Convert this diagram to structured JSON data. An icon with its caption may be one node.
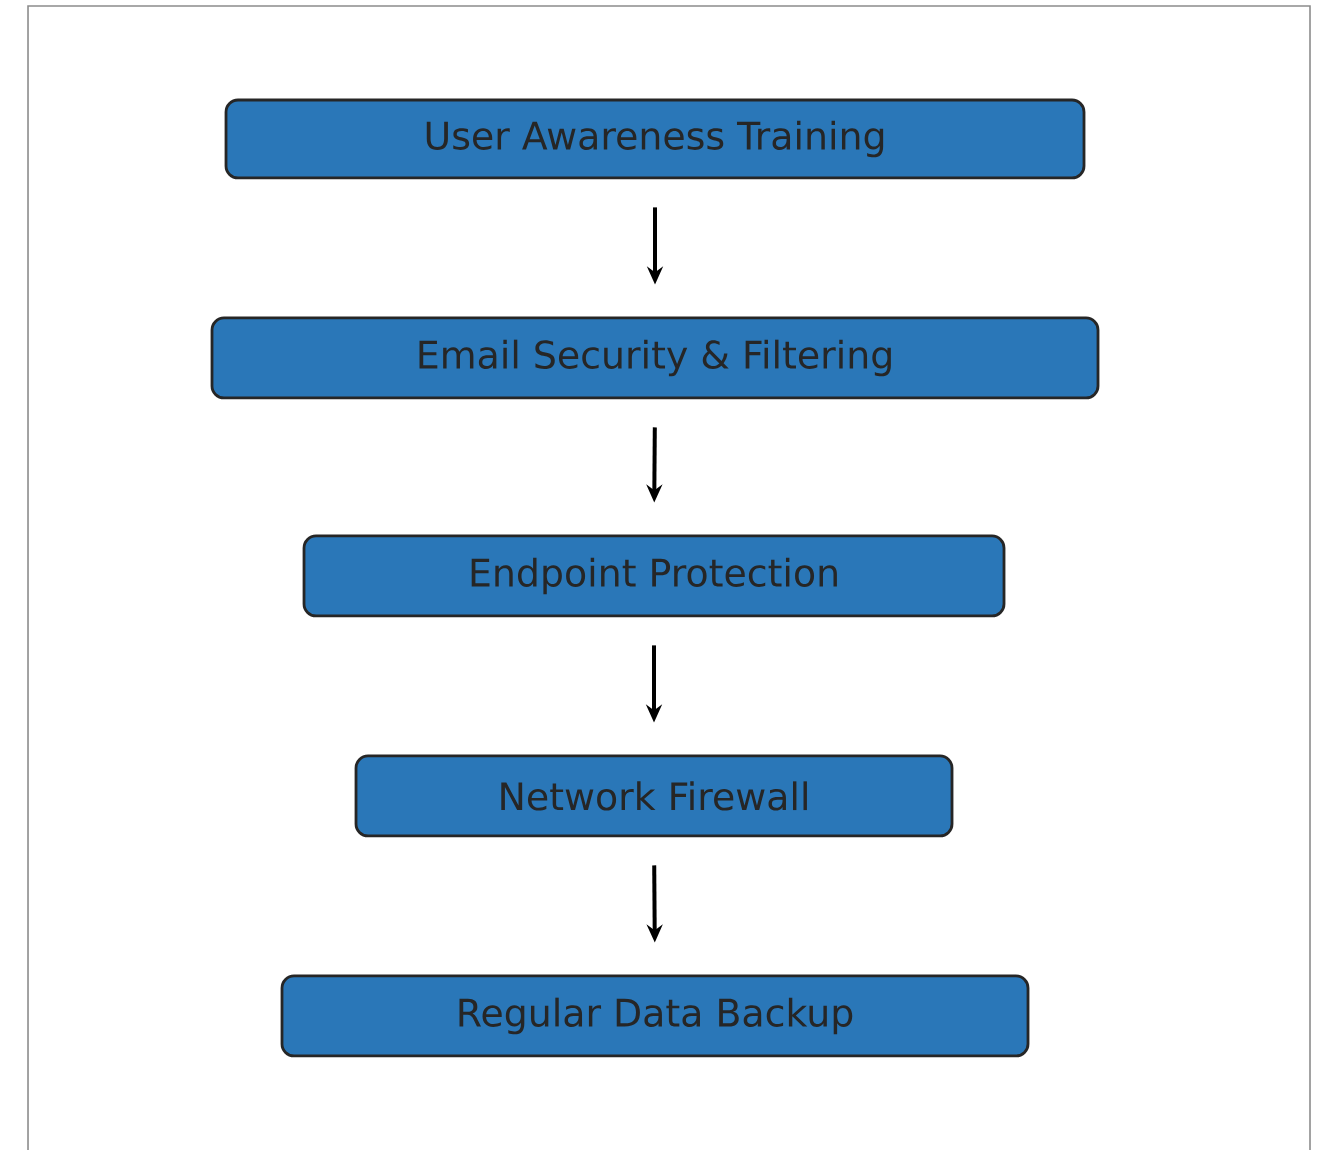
{
  "diagram": {
    "nodes": [
      {
        "text": [
          "User Awareness Training"
        ]
      },
      {
        "text": [
          "Email Security & Filtering"
        ]
      },
      {
        "text": [
          "Endpoint Protection"
        ]
      },
      {
        "text": [
          "Network Firewall"
        ]
      },
      {
        "text": [
          "Regular Data Backup"
        ]
      }
    ],
    "edges": [
      {
        "from": 0,
        "to": 1,
        "arrow": "to"
      },
      {
        "from": 1,
        "to": 2,
        "arrow": "to"
      },
      {
        "from": 2,
        "to": 3,
        "arrow": "to"
      },
      {
        "from": 3,
        "to": 4,
        "arrow": "to"
      }
    ]
  }
}
